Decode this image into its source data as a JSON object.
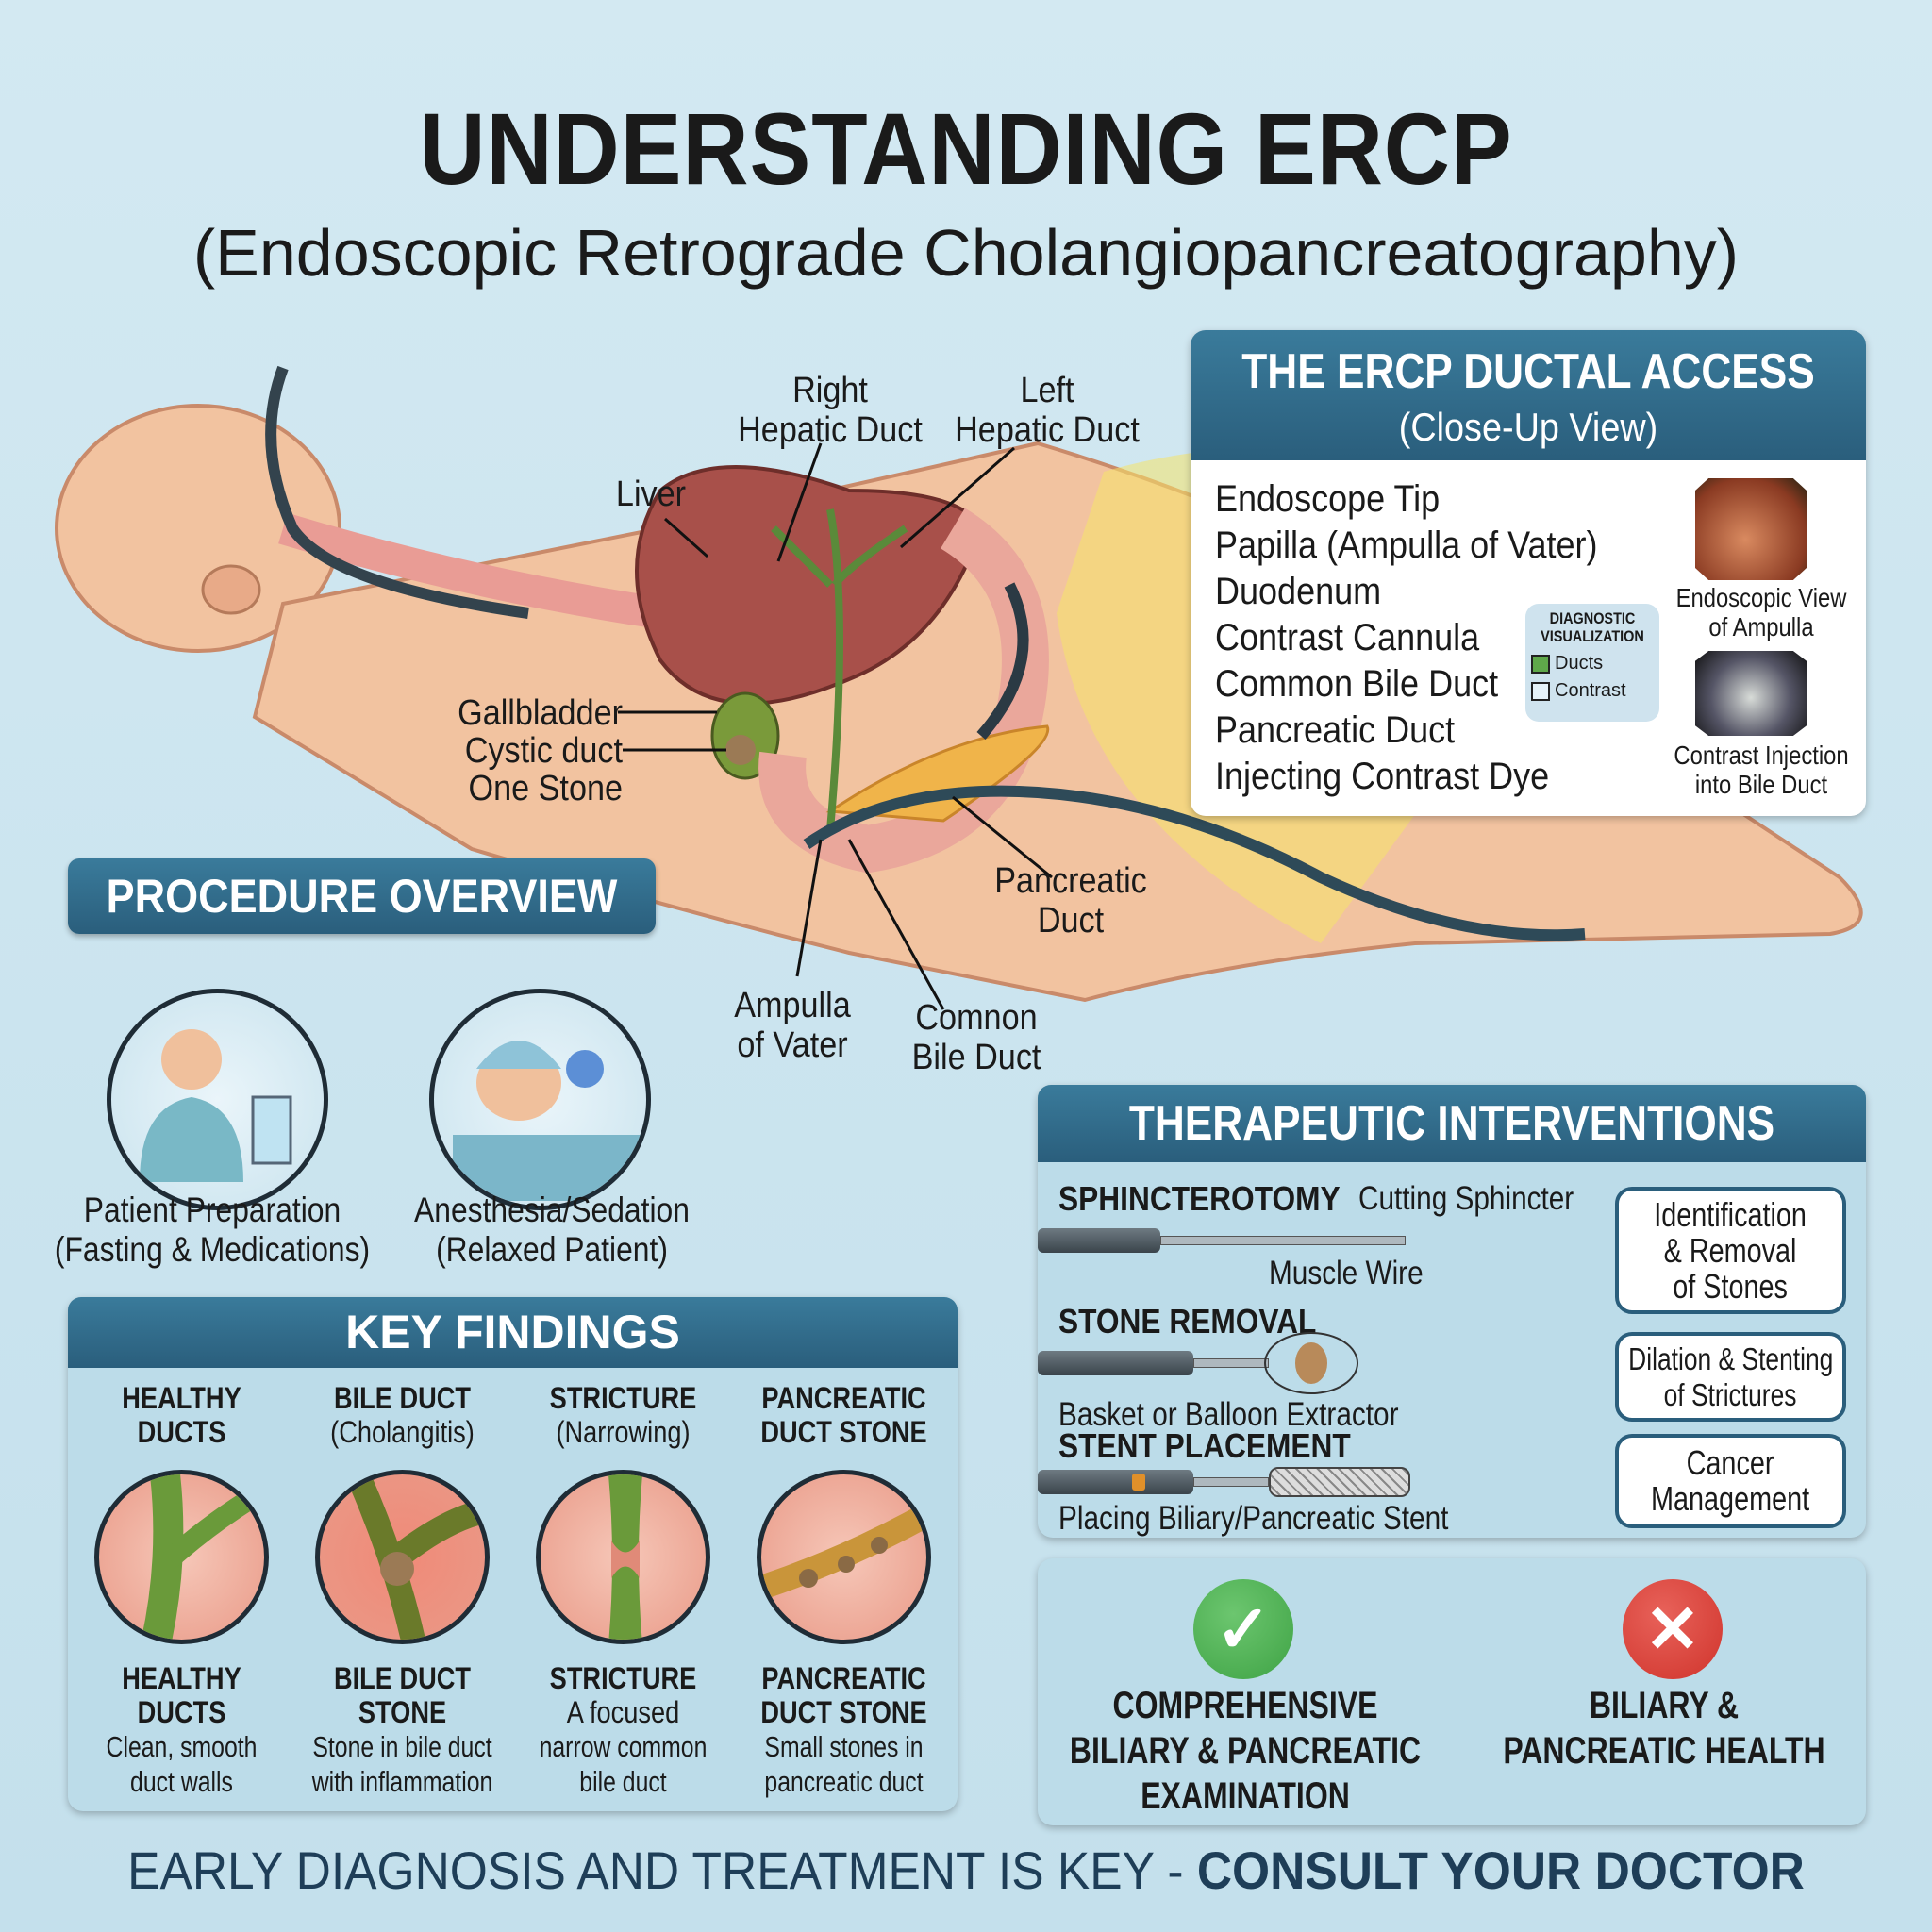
{
  "header": {
    "title": "UNDERSTANDING ERCP",
    "subtitle": "(Endoscopic Retrograde Cholangiopancreatography)"
  },
  "anatomy": {
    "right_hepatic": [
      "Right",
      "Hepatic Duct"
    ],
    "left_hepatic": [
      "Left",
      "Hepatic Duct"
    ],
    "liver": "Liver",
    "gallbladder": "Gallbladder",
    "cystic": "Cystic duct",
    "stone": "One Stone",
    "pancreatic": [
      "Pancreatic",
      "Duct"
    ],
    "ampulla": [
      "Ampulla",
      "of Vater"
    ],
    "cbd": [
      "Comnon",
      "Bile Duct"
    ]
  },
  "ductal_access": {
    "title": "THE ERCP DUCTAL ACCESS",
    "subtitle": "(Close-Up View)",
    "items": [
      "Endoscope Tip",
      "Papilla (Ampulla of Vater)",
      "Duodenum",
      "Contrast Cannula",
      "Common Bile Duct",
      "Pancreatic Duct",
      "Injecting Contrast Dye"
    ],
    "legend": {
      "title": [
        "DIAGNOSTIC",
        "VISUALIZATION"
      ],
      "ducts": "Ducts",
      "contrast": "Contrast",
      "ducts_color": "#5fa84a"
    },
    "image1_caption": [
      "Endoscopic View",
      "of Ampulla"
    ],
    "image2_caption": [
      "Contrast Injection",
      "into Bile Duct"
    ]
  },
  "procedure": {
    "title": "PROCEDURE OVERVIEW",
    "steps": [
      {
        "label": "Patient Preparation",
        "sub": "(Fasting & Medications)"
      },
      {
        "label": "Anesthesia/Sedation",
        "sub": "(Relaxed Patient)"
      }
    ]
  },
  "key_findings": {
    "title": "KEY FINDINGS",
    "cols": [
      {
        "top": [
          "HEALTHY",
          "DUCTS"
        ],
        "bottom": [
          "HEALTHY",
          "DUCTS"
        ],
        "desc": [
          "Clean, smooth",
          "duct walls"
        ]
      },
      {
        "top": [
          "BILE DUCT",
          "(Cholangitis)"
        ],
        "bottom": [
          "BILE DUCT",
          "STONE"
        ],
        "desc": [
          "Stone in bile duct",
          "with inflammation"
        ]
      },
      {
        "top": [
          "STRICTURE",
          "(Narrowing)"
        ],
        "bottom": [
          "STRICTURE",
          "A focused"
        ],
        "desc": [
          "narrow common",
          "bile duct"
        ]
      },
      {
        "top": [
          "PANCREATIC",
          "DUCT STONE"
        ],
        "bottom": [
          "PANCREATIC",
          "DUCT STONE"
        ],
        "desc": [
          "Small stones in",
          "pancreatic duct"
        ]
      }
    ]
  },
  "therapeutic": {
    "title": "THERAPEUTIC INTERVENTIONS",
    "sphincterotomy": "SPHINCTEROTOMY",
    "sphincterotomy_note": "Cutting Sphincter",
    "wire": "Muscle Wire",
    "stone": "STONE REMOVAL",
    "stone_note": "Basket or Balloon Extractor",
    "stent": "STENT PLACEMENT",
    "stent_note": "Placing Biliary/Pancreatic Stent",
    "outcomes": [
      [
        "Identification",
        "& Removal",
        "of Stones"
      ],
      [
        "Dilation & Stenting",
        "of Strictures"
      ],
      [
        "Cancer",
        "Management"
      ]
    ]
  },
  "results": {
    "yes": [
      "COMPREHENSIVE",
      "BILIARY & PANCREATIC",
      "EXAMINATION"
    ],
    "no": [
      "BILIARY &",
      "PANCREATIC HEALTH"
    ],
    "yes_color": "#3fa345",
    "no_color": "#d0342c"
  },
  "footer": {
    "text": "EARLY DIAGNOSIS AND TREATMENT IS KEY - ",
    "cta": "CONSULT YOUR DOCTOR"
  }
}
